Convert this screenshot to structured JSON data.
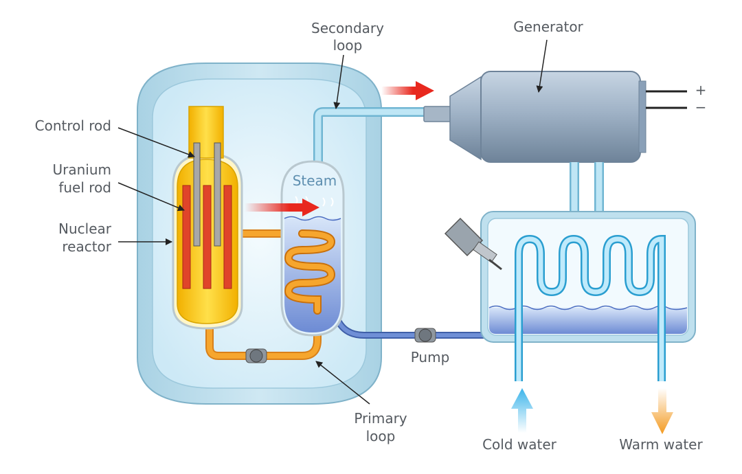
{
  "labels": {
    "secondary_loop_line1": "Secondary",
    "secondary_loop_line2": "loop",
    "generator": "Generator",
    "plus": "+",
    "minus": "−",
    "control_rod": "Control rod",
    "uranium_line1": "Uranium",
    "uranium_line2": "fuel rod",
    "nuclear_line1": "Nuclear",
    "nuclear_line2": "reactor",
    "steam": "Steam",
    "pump": "Pump",
    "primary_line1": "Primary",
    "primary_line2": "loop",
    "cold_water": "Cold water",
    "warm_water": "Warm  water"
  },
  "colors": {
    "containment": "#bfe0ee",
    "reactor_fuel": "#f5c400",
    "fuel_rod": "#e0442a",
    "control_rod": "#a8a8a8",
    "primary_loop": "#f29a20",
    "secondary_loop": "#8fd0ea",
    "water": "#6f8fd6",
    "flow_arrow": "#e8281e",
    "cold_arrow": "#3cb4ea",
    "warm_arrow": "#f39a20",
    "generator": "#8aa0b8"
  }
}
